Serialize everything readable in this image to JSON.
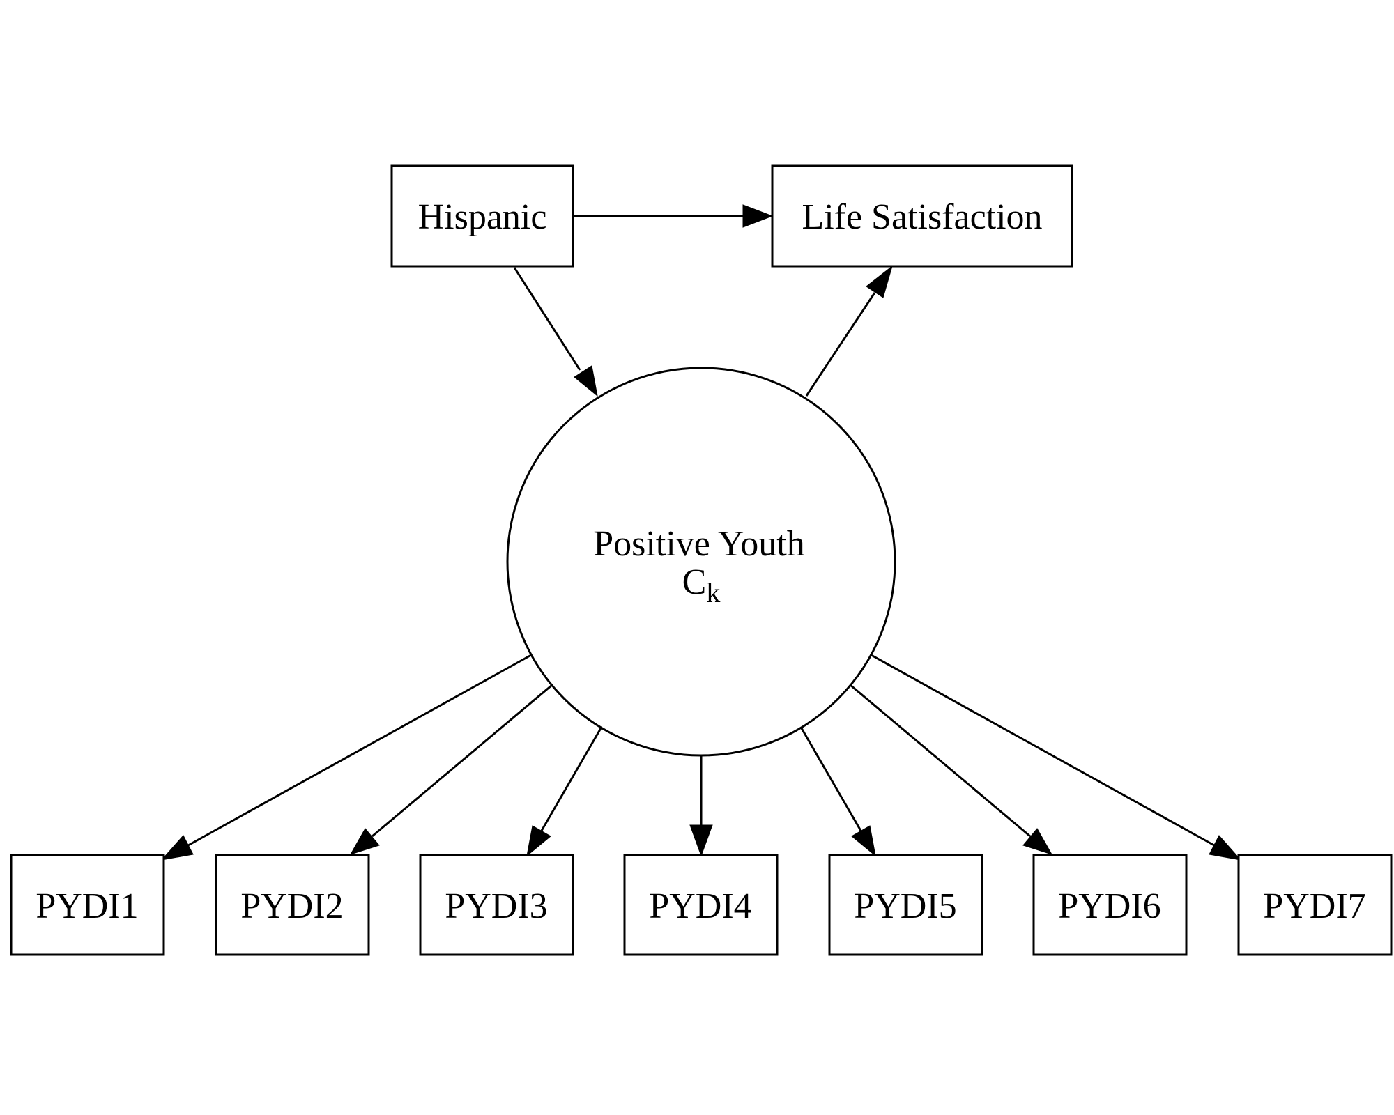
{
  "nodes": {
    "hispanic": {
      "label": "Hispanic"
    },
    "life_satisfaction": {
      "label": "Life Satisfaction"
    },
    "positive_youth": {
      "label_line1": "Positive Youth",
      "label_line2_main": "C",
      "label_line2_sub": "k"
    },
    "indicators": [
      {
        "label": "PYDI1"
      },
      {
        "label": "PYDI2"
      },
      {
        "label": "PYDI3"
      },
      {
        "label": "PYDI4"
      },
      {
        "label": "PYDI5"
      },
      {
        "label": "PYDI6"
      },
      {
        "label": "PYDI7"
      }
    ]
  },
  "edges": [
    {
      "from": "Hispanic",
      "to": "Life Satisfaction"
    },
    {
      "from": "Hispanic",
      "to": "Positive Youth"
    },
    {
      "from": "Positive Youth",
      "to": "Life Satisfaction"
    },
    {
      "from": "Positive Youth",
      "to": "PYDI1"
    },
    {
      "from": "Positive Youth",
      "to": "PYDI2"
    },
    {
      "from": "Positive Youth",
      "to": "PYDI3"
    },
    {
      "from": "Positive Youth",
      "to": "PYDI4"
    },
    {
      "from": "Positive Youth",
      "to": "PYDI5"
    },
    {
      "from": "Positive Youth",
      "to": "PYDI6"
    },
    {
      "from": "Positive Youth",
      "to": "PYDI7"
    }
  ],
  "colors": {
    "stroke": "#000000",
    "background": "#ffffff"
  }
}
